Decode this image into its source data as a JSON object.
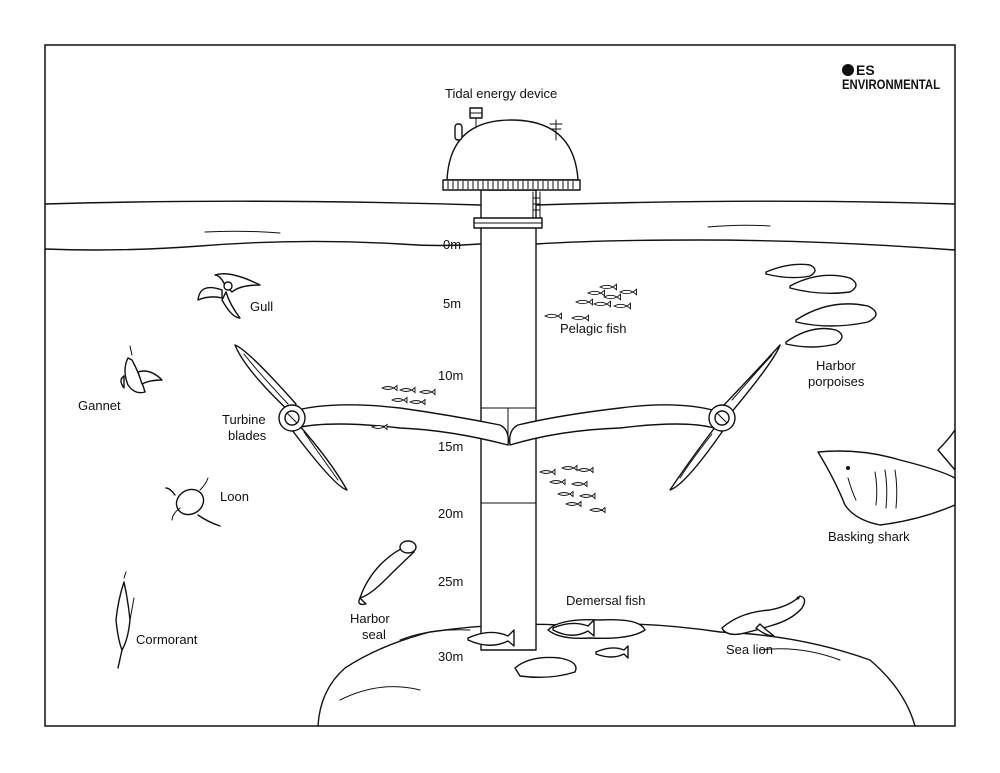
{
  "logo": {
    "line1": "ES",
    "line2": "ENVIRONMENTAL"
  },
  "device": {
    "title": "Tidal energy device"
  },
  "depths": [
    "0m",
    "5m",
    "10m",
    "15m",
    "20m",
    "25m",
    "30m"
  ],
  "labels": {
    "gull": "Gull",
    "gannet": "Gannet",
    "turbine_line1": "Turbine",
    "turbine_line2": "blades",
    "loon": "Loon",
    "cormorant": "Cormorant",
    "harbor_seal_line1": "Harbor",
    "harbor_seal_line2": "seal",
    "pelagic_fish": "Pelagic fish",
    "harbor_porpoises_line1": "Harbor",
    "harbor_porpoises_line2": "porpoises",
    "basking_shark": "Basking shark",
    "demersal_fish": "Demersal fish",
    "sea_lion": "Sea lion"
  }
}
